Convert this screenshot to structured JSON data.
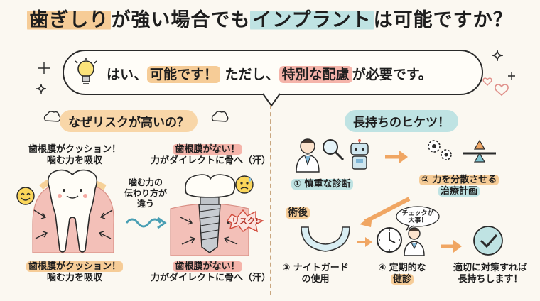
{
  "title": {
    "part1": "歯ぎしり",
    "part2": "が強い場合でも",
    "part3": "インプラント",
    "part4": "は可能ですか？"
  },
  "answer": {
    "part1": "はい、",
    "part2": "可能です！",
    "part3": "ただし、",
    "part4": "特別な配慮",
    "part5": "が必要です。"
  },
  "left": {
    "heading": "なぜリスクが高いの？",
    "top_left_label1": "歯根膜がクッション！",
    "top_left_label2": "噛む力を吸収",
    "top_right_label1": "歯根膜がない！",
    "top_right_label2": "力がダイレクトに骨へ（汗）",
    "middle_label1": "噛む力の",
    "middle_label2": "伝わり方が",
    "middle_label3": "違う",
    "risk_label": "リスク!",
    "bottom_left_label1": "歯根膜がクッション！",
    "bottom_left_label2": "噛む力を吸収",
    "bottom_right_label1": "歯根膜がない！",
    "bottom_right_label2": "力がダイレクトに骨へ（汗）"
  },
  "right": {
    "heading": "長持ちのヒケツ！",
    "step1": "① 慎重な診断",
    "step2_line1": "② 力を分散させる",
    "step2_line2": "治療計画",
    "guard_heading": "術後",
    "step3_line1": "③ ナイトガード",
    "step3_line2": "の使用",
    "step4_line1": "④ 定期的な",
    "step4_line2": "健診",
    "check_bubble1": "チェックが",
    "check_bubble2": "大事！",
    "conclusion_line1": "適切に対策すれば",
    "conclusion_line2": "長持ちします！"
  },
  "colors": {
    "orange": "#f6cc97",
    "teal": "#bfe3e3",
    "pink": "#f5b4aa",
    "gum": "#f3c0b8",
    "background": "#fbf8f1"
  }
}
